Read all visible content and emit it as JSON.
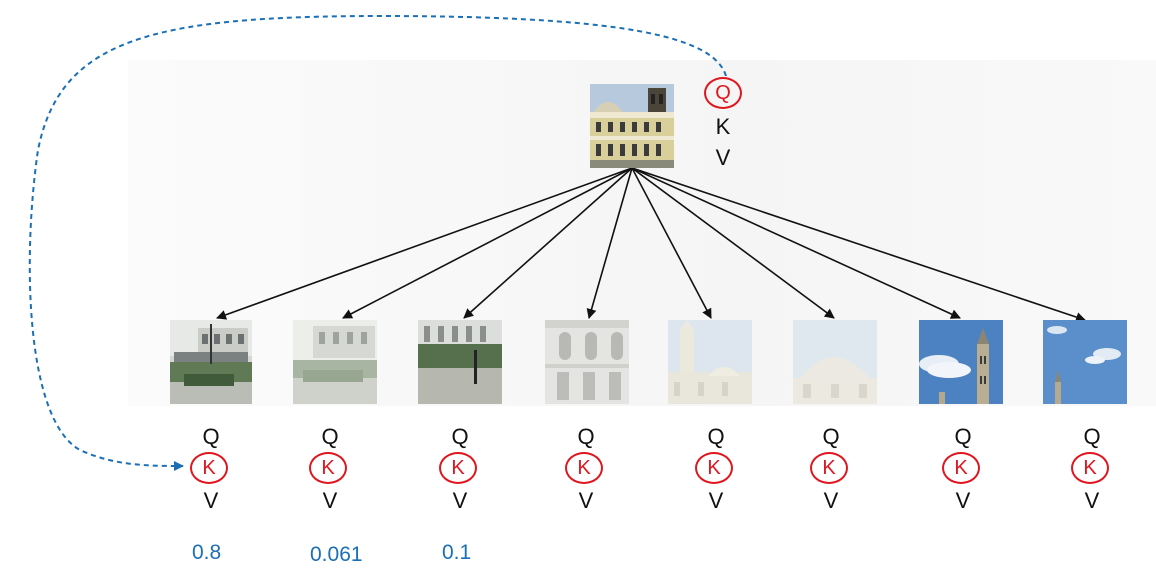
{
  "query_token": {
    "image": "building-facade-tile",
    "labels": {
      "q": "Q",
      "k": "K",
      "v": "V"
    },
    "highlight": "Q"
  },
  "patch_tokens": [
    {
      "image": "park-street-tile",
      "labels": {
        "q": "Q",
        "k": "K",
        "v": "V"
      },
      "highlight": "K"
    },
    {
      "image": "park-street-faded-tile",
      "labels": {
        "q": "Q",
        "k": "K",
        "v": "V"
      },
      "highlight": "K"
    },
    {
      "image": "sidewalk-tile",
      "labels": {
        "q": "Q",
        "k": "K",
        "v": "V"
      },
      "highlight": "K"
    },
    {
      "image": "facade-windows-faded-tile",
      "labels": {
        "q": "Q",
        "k": "K",
        "v": "V"
      },
      "highlight": "K"
    },
    {
      "image": "tower-faded-tile",
      "labels": {
        "q": "Q",
        "k": "K",
        "v": "V"
      },
      "highlight": "K"
    },
    {
      "image": "dome-faded-tile",
      "labels": {
        "q": "Q",
        "k": "K",
        "v": "V"
      },
      "highlight": "K"
    },
    {
      "image": "sky-tower-tile",
      "labels": {
        "q": "Q",
        "k": "K",
        "v": "V"
      },
      "highlight": "K"
    },
    {
      "image": "sky-spire-tile",
      "labels": {
        "q": "Q",
        "k": "K",
        "v": "V"
      },
      "highlight": "K"
    }
  ],
  "attention_weights": [
    "0.8",
    "0.061",
    "0.1"
  ],
  "colors": {
    "highlight_circle": "#e0161e",
    "dashed_arrow": "#1a6fb5",
    "weight_text": "#1a6fb5",
    "arrows": "#111111"
  }
}
